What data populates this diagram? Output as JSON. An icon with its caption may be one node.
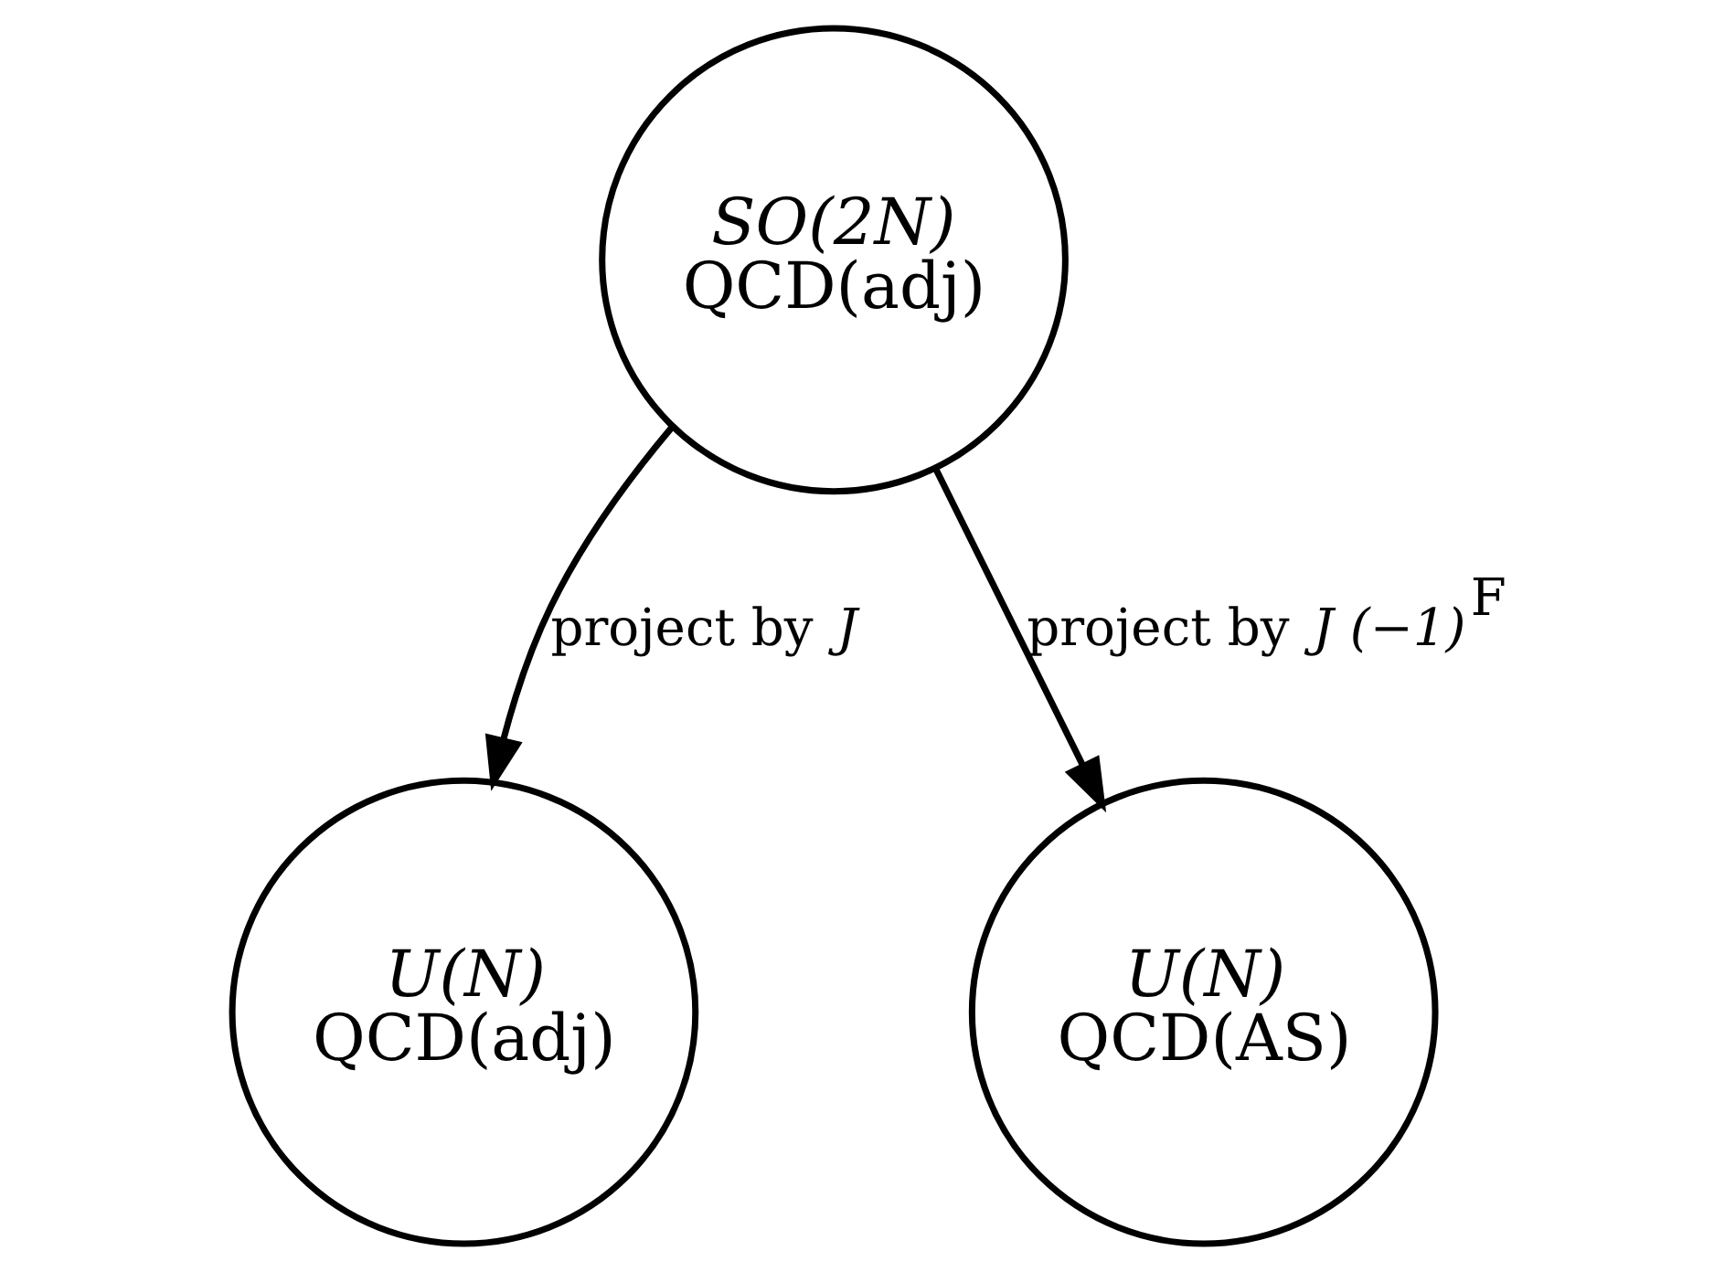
{
  "diagram": {
    "nodes": [
      {
        "text": [
          "SO(2N)",
          "QCD(adj)"
        ]
      },
      {
        "text": [
          "U(N)",
          "QCD(adj)"
        ]
      },
      {
        "text": [
          "U(N)",
          "QCD(AS)"
        ]
      }
    ],
    "edges": [
      {
        "from": 0,
        "to": 1,
        "arrow": "to",
        "label": "project by *J*"
      },
      {
        "from": 0,
        "to": 2,
        "arrow": "to",
        "label": "project by *J (−1)*$^{F}$"
      }
    ]
  }
}
